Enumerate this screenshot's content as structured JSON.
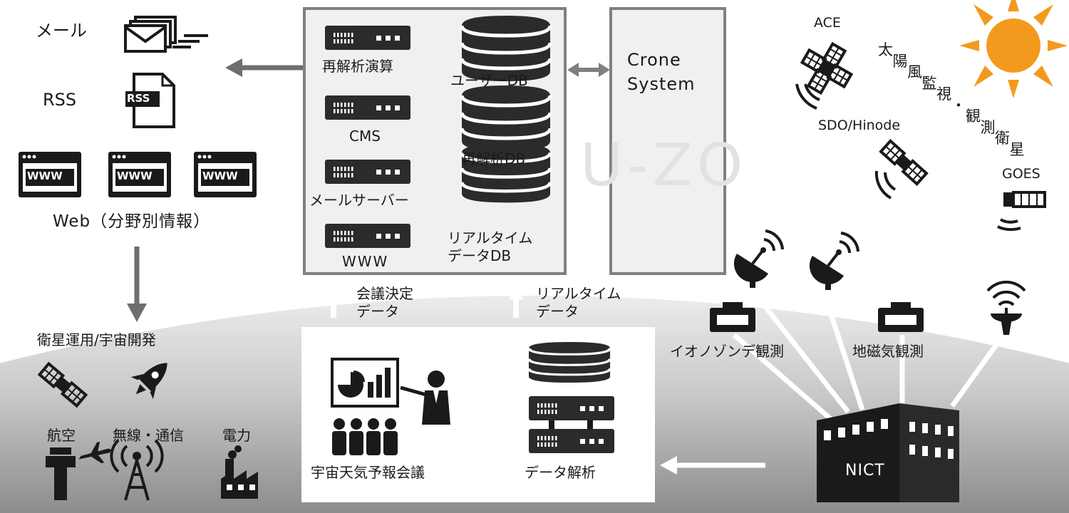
{
  "outputs": {
    "mail": "メール",
    "rss": "RSS",
    "rss_badge": "RSS",
    "www_badge": "WWW",
    "web": "Web（分野別情報）"
  },
  "server_box": {
    "servers": [
      "再解析演算",
      "CMS",
      "メールサーバー",
      "WWW"
    ],
    "databases": [
      "ユーザーDB",
      "再解析DB",
      "リアルタイム\nデータDB"
    ]
  },
  "crone": {
    "label": "Crone\nSystem"
  },
  "watermark": "U-ZO",
  "flows": {
    "meeting_data": "会議決定\nデータ",
    "realtime_data": "リアルタイム\nデータ"
  },
  "users": {
    "satellite_ops": "衛星運用/宇宙開発",
    "aviation": "航空",
    "radio": "無線・通信",
    "power": "電力"
  },
  "center_box": {
    "meeting": "宇宙天気予報会議",
    "analysis": "データ解析"
  },
  "space": {
    "ace": "ACE",
    "sdo": "SDO/Hinode",
    "goes": "GOES",
    "vertical_label": [
      "太",
      "陽",
      "風",
      "監",
      "視",
      "・",
      "観",
      "測",
      "衛",
      "星"
    ]
  },
  "ground": {
    "ionosonde": "イオノゾンデ観測",
    "magnetic": "地磁気観測",
    "nict": "NICT"
  },
  "colors": {
    "sun": "#f39a1e",
    "box_border": "#808080",
    "box_fill": "#f0f0f0",
    "arrow": "#6e6e6e",
    "icon": "#1a1a1a"
  }
}
